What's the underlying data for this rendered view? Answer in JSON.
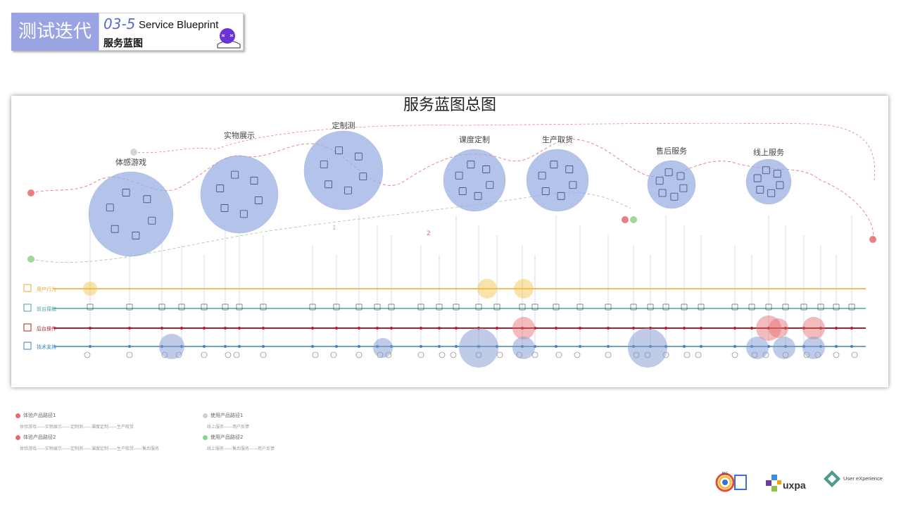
{
  "header": {
    "section_label": "测试迭代",
    "code": "03-5",
    "title": "Service Blueprint",
    "subtitle": "服务蓝图"
  },
  "blueprint": {
    "title": "服务蓝图总图",
    "stages": [
      "体感游戏",
      "实物展示",
      "定制测",
      "课度定制",
      "生产取货",
      "售后服务",
      "线上服务"
    ],
    "numbers": [
      "1",
      "2"
    ]
  },
  "lanes": [
    {
      "label": "用户行为",
      "color": "#f5a623"
    },
    {
      "label": "前台接触",
      "color": "#4aa3a1"
    },
    {
      "label": "后台操作",
      "color": "#b01f2e"
    },
    {
      "label": "技术支持",
      "color": "#3b82c4"
    }
  ],
  "legend": [
    {
      "title": "体验产品路径1",
      "text": "体验游戏——实物展示——定制测——课度定制——生产取货",
      "color": "#e46b6b"
    },
    {
      "title": "体验产品路径2",
      "text": "体验游戏——实物展示——定制测——课度定制——生产取货——售后服务",
      "color": "#e46b6b"
    },
    {
      "title": "使用产品路径1",
      "text": "线上服务——用户反馈",
      "color": "#cfcfcf"
    },
    {
      "title": "使用产品路径2",
      "text": "线上服务——售后服务——用户反馈",
      "color": "#8fd18a"
    }
  ],
  "logos": [
    "BIG",
    "uxpa",
    "User eXperience"
  ]
}
